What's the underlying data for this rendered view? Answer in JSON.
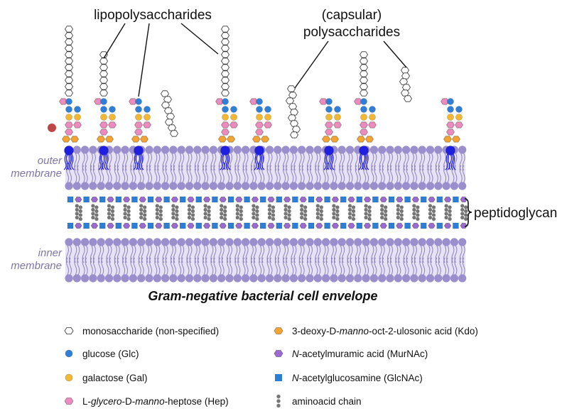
{
  "labels": {
    "lipopolysaccharides": "lipopolysaccharides",
    "capsular_line1": "(capsular)",
    "capsular_line2": "polysaccharides",
    "outer_1": "outer",
    "outer_2": "membrane",
    "inner_1": "inner",
    "inner_2": "membrane",
    "peptidoglycan": "peptidoglycan",
    "title": "Gram-negative bacterial cell envelope"
  },
  "legend": {
    "left": [
      {
        "icon": "hexagon-outline-icon",
        "parts": [
          {
            "t": "monosaccharide (non-specified)"
          }
        ]
      },
      {
        "icon": "blue-circle-icon",
        "parts": [
          {
            "t": "glucose (Glc)"
          }
        ]
      },
      {
        "icon": "yellow-circle-icon",
        "parts": [
          {
            "t": "galactose (Gal)"
          }
        ]
      },
      {
        "icon": "pink-hexagon-icon",
        "parts": [
          {
            "t": "L-"
          },
          {
            "t": "glycero",
            "i": true
          },
          {
            "t": "-D-"
          },
          {
            "t": "manno",
            "i": true
          },
          {
            "t": "-heptose (Hep)"
          }
        ]
      }
    ],
    "right": [
      {
        "icon": "orange-hexagon-icon",
        "parts": [
          {
            "t": "3-deoxy-D-"
          },
          {
            "t": "manno",
            "i": true
          },
          {
            "t": "-oct-2-ulosonic acid (Kdo)"
          }
        ]
      },
      {
        "icon": "purple-hexagon-icon",
        "parts": [
          {
            "t": "N",
            "i": true
          },
          {
            "t": "-acetylmuramic acid (MurNAc)"
          }
        ]
      },
      {
        "icon": "blue-square-icon",
        "parts": [
          {
            "t": "N",
            "i": true
          },
          {
            "t": "-acetylglucosamine (GlcNAc)"
          }
        ]
      },
      {
        "icon": "grey-dots-icon",
        "parts": [
          {
            "t": "aminoacid chain"
          }
        ]
      }
    ]
  },
  "colors": {
    "lipid_head": "#9a8fcc",
    "lipid_tail": "#8d83bf",
    "membrane_fill": "#e7e2f4",
    "glucose": "#2f7fd8",
    "galactose": "#f4b731",
    "heptose": "#ec8bbd",
    "kdo": "#f3a433",
    "murnac": "#9c6ad0",
    "glcnac": "#2d7fd5",
    "aminoacid": "#777777",
    "lipidA": "#1f1fe0",
    "red_dot": "#c04545"
  }
}
